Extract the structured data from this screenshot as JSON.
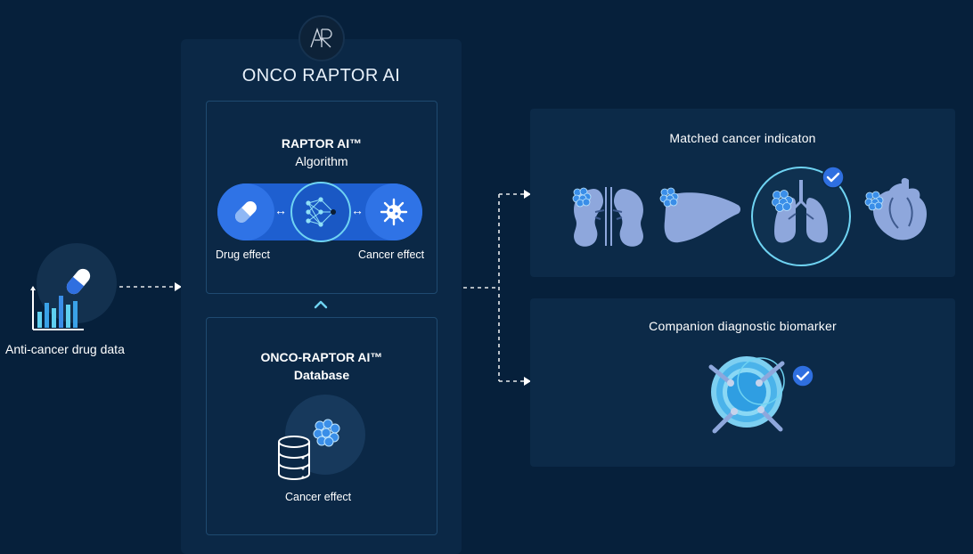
{
  "title": "ONCO RAPTOR AI",
  "input": {
    "label": "Anti-cancer drug data"
  },
  "algorithm": {
    "title_line1": "RAPTOR AI™",
    "title_line2": "Algorithm",
    "left_label": "Drug effect",
    "right_label": "Cancer effect",
    "arrow_glyph": "↔"
  },
  "database": {
    "title_line1": "ONCO-RAPTOR AI™",
    "title_line2": "Database",
    "label": "Cancer effect"
  },
  "outputs": {
    "matched": {
      "title": "Matched cancer indicaton"
    },
    "companion": {
      "title": "Companion diagnostic biomarker"
    }
  },
  "colors": {
    "background": "#06203b",
    "panel": "#0b2846",
    "accent_blue": "#1e5fd0",
    "accent_cyan": "#6fd3f2",
    "organ": "#8ea7dc"
  },
  "icons": [
    "logo-icon",
    "pill-icon",
    "bar-chart-icon",
    "neural-network-icon",
    "cancer-cell-icon",
    "database-icon",
    "tumor-icon",
    "kidney-icon",
    "liver-icon",
    "lungs-icon",
    "heart-icon",
    "check-icon",
    "biomarker-icon",
    "chevron-up-icon"
  ]
}
